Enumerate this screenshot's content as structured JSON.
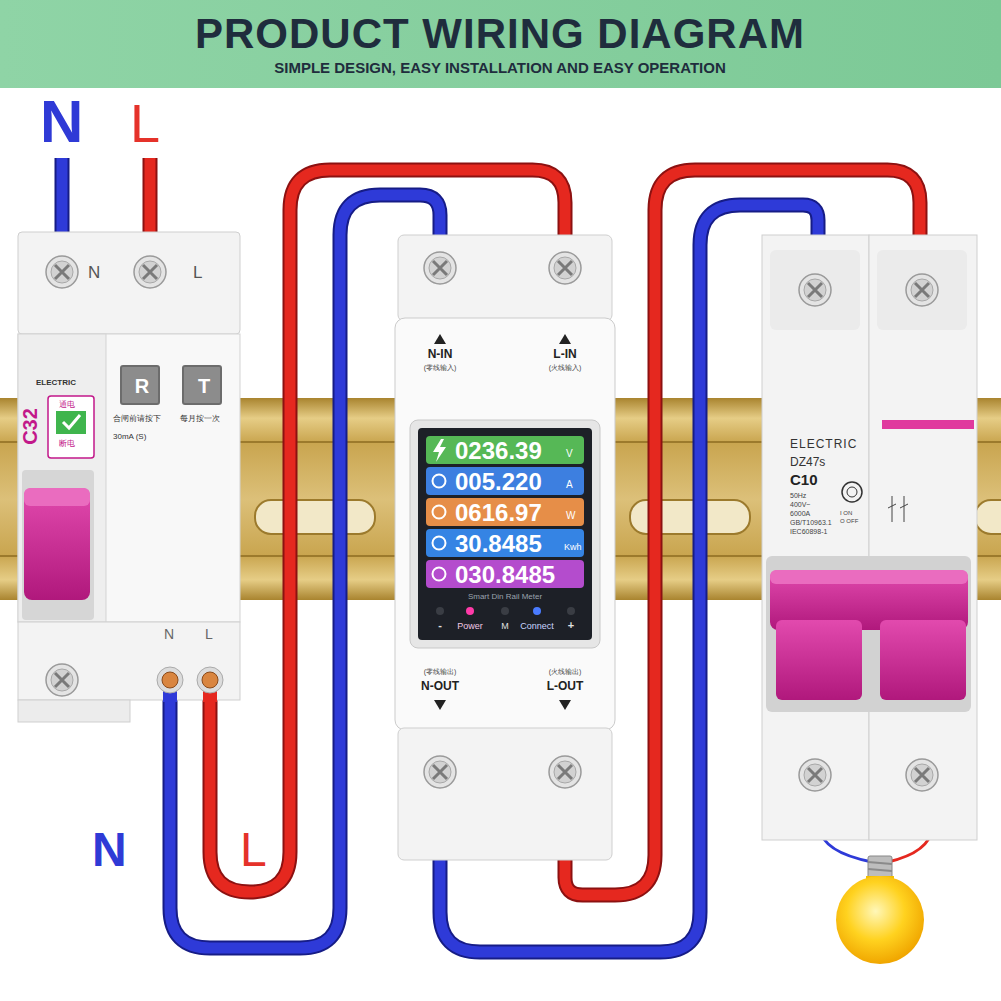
{
  "diagram": {
    "title": "PRODUCT WIRING DIAGRAM",
    "nodes": [
      {
        "text": [
          "N",
          "L",
          "ELECTRIC",
          "C32",
          "通电",
          "断电",
          "合闸前请按下",
          "每月按一次",
          "30mA (S)",
          "N",
          "L"
        ]
      },
      {
        "text": [
          "R"
        ],
        "in": 0
      },
      {
        "text": [
          "T"
        ],
        "in": 0
      },
      {
        "text": [
          "N-IN",
          "(零线输入)",
          "L-IN",
          "(火线输入)",
          "(零线输出)",
          "N-OUT",
          "(火线输出)",
          "L-OUT"
        ]
      },
      {
        "text": [
          "0236.39",
          "V",
          "005.220",
          "A",
          "0616.97",
          "W",
          "30.8485",
          "Kwh",
          "030.8485",
          "Smart Din Rail Meter",
          "-",
          "Power",
          "M",
          "Connect",
          "+"
        ],
        "in": 3
      },
      {
        "text": [
          "ELECTRIC",
          "DZ47s",
          "C10",
          "50Hz",
          "400V~",
          "6000A",
          "GB/T10963.1",
          "IEC60898-1",
          "I ON",
          "O OFF"
        ]
      }
    ],
    "edges": [
      {
        "from": 0,
        "to": 3,
        "arrow": "none"
      },
      {
        "from": 0,
        "to": 3,
        "arrow": "none"
      },
      {
        "from": 3,
        "to": 5,
        "arrow": "none"
      },
      {
        "from": 3,
        "to": 5,
        "arrow": "none"
      }
    ],
    "labels": [
      "SIMPLE DESIGN, EASY INSTALLATION AND EASY OPERATION",
      "N",
      "L",
      "N",
      "L"
    ]
  }
}
